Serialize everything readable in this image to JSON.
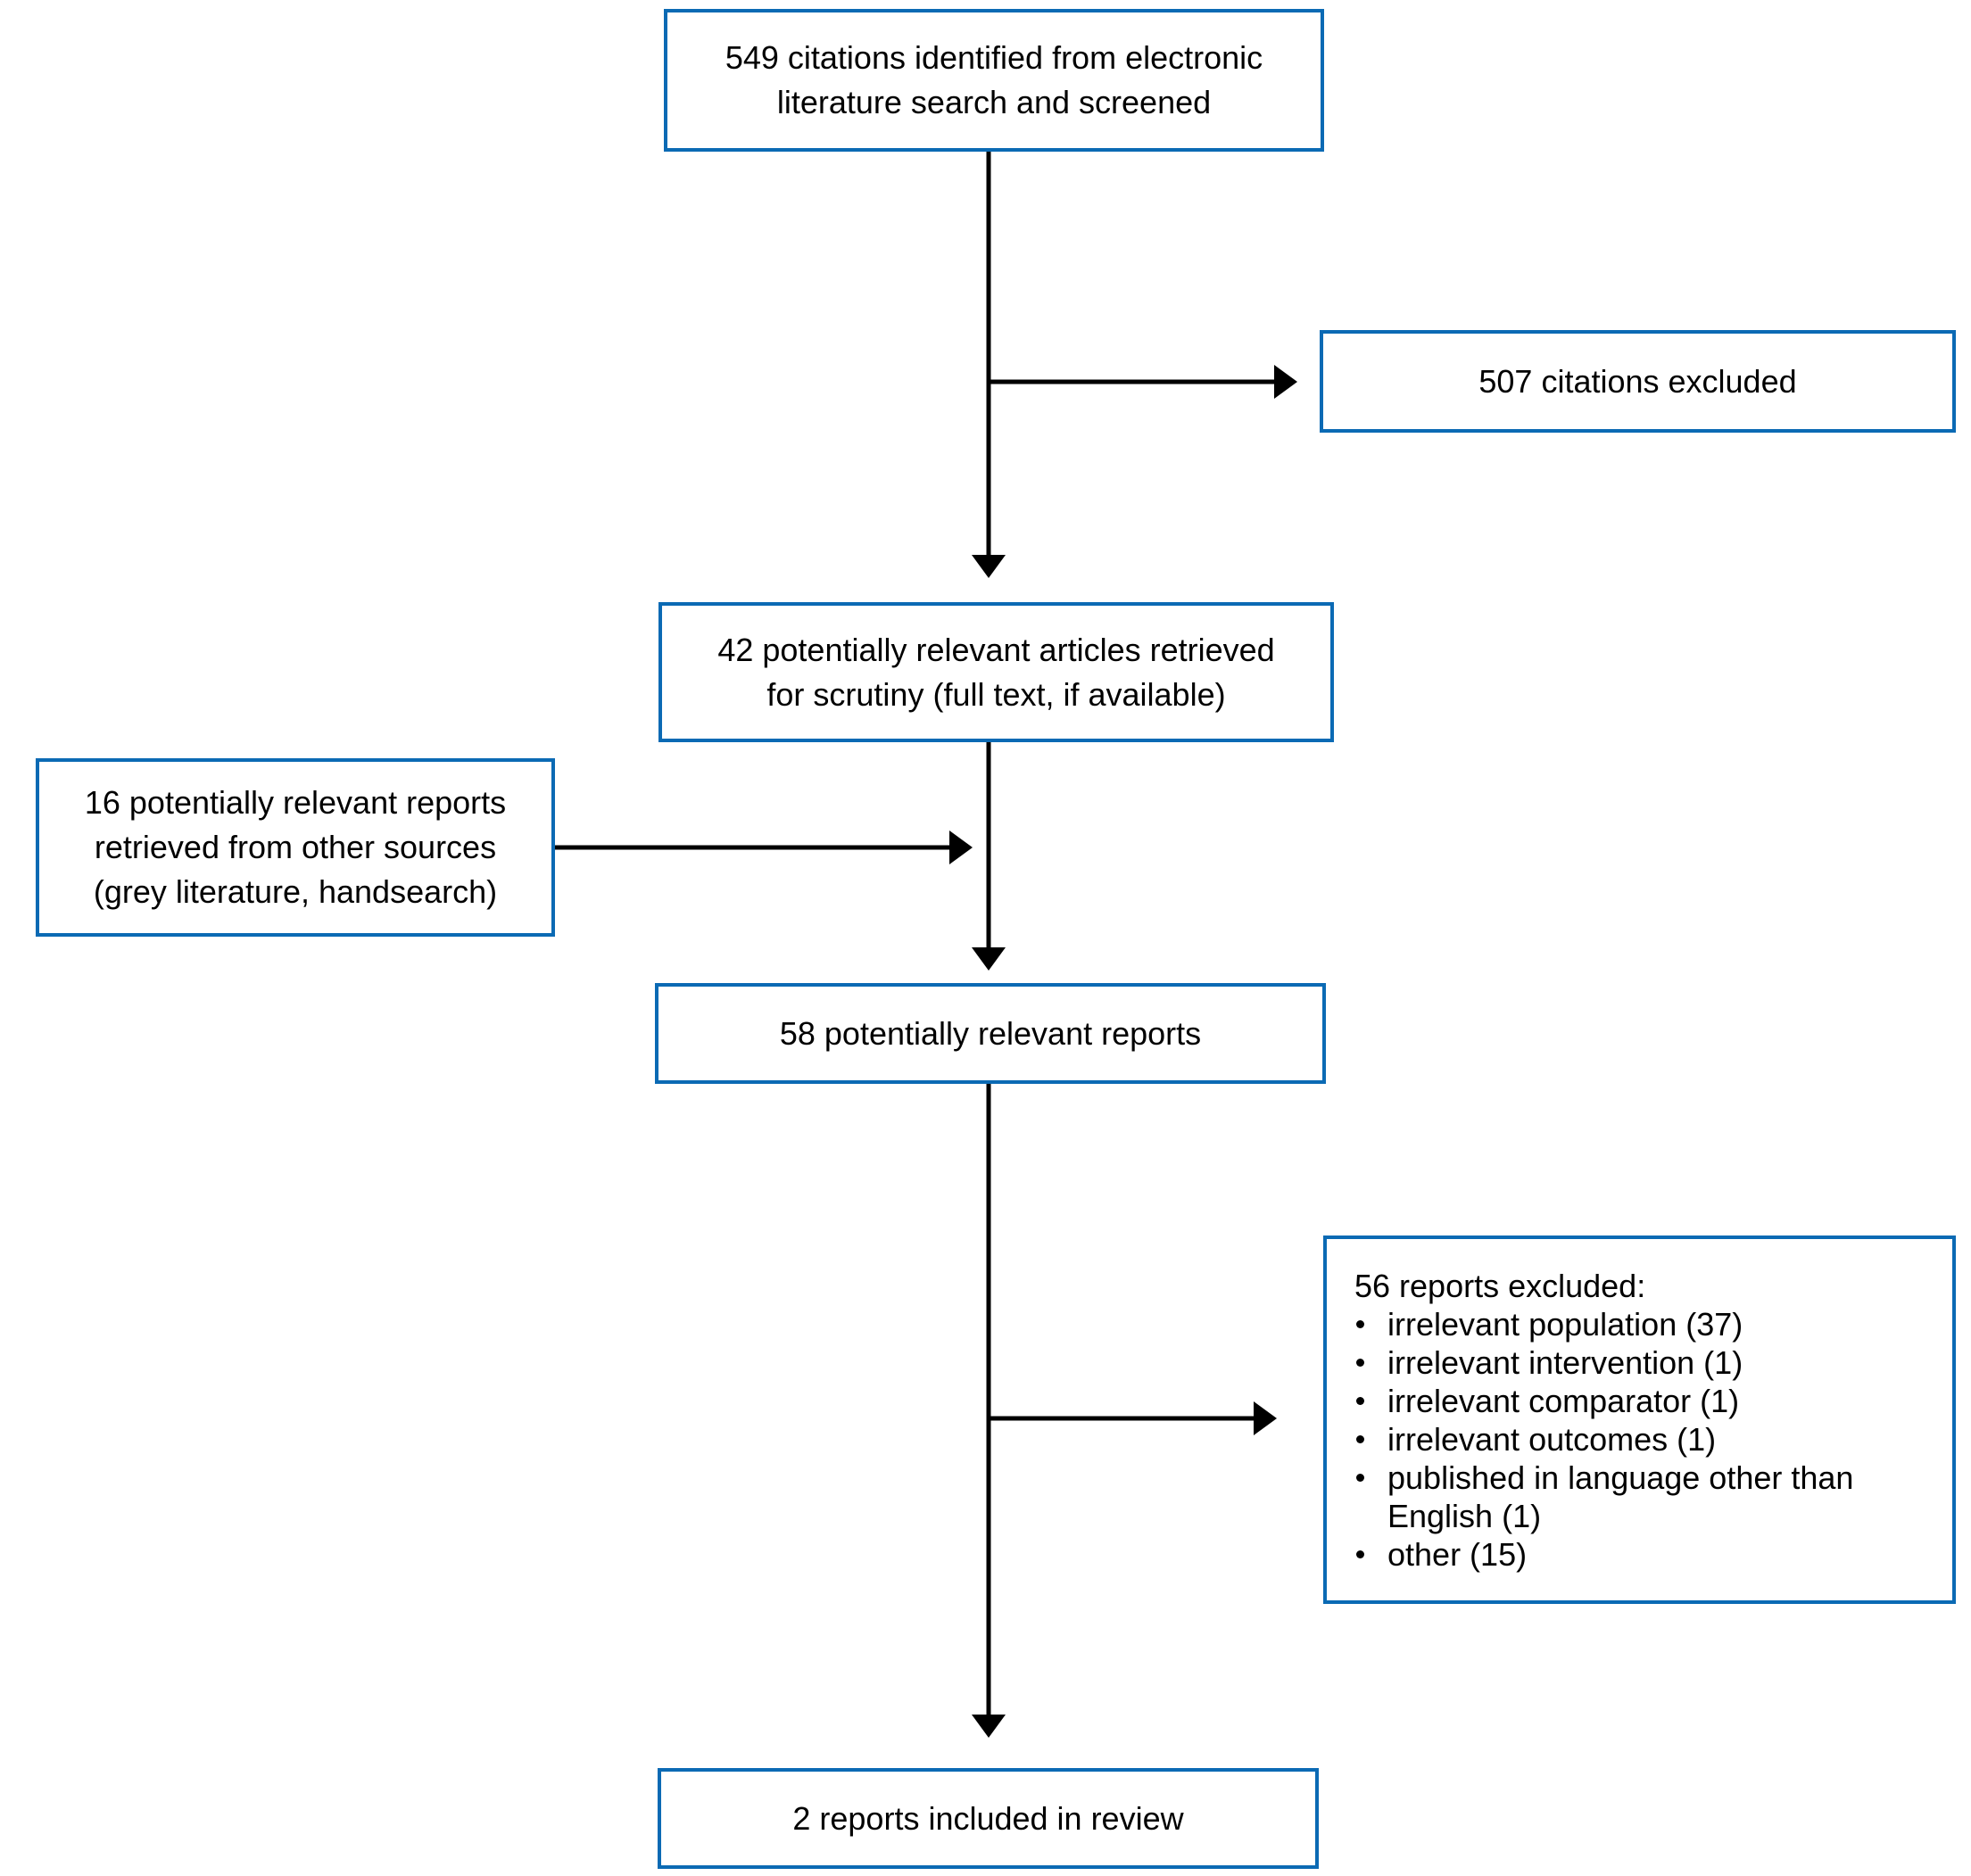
{
  "diagram": {
    "kind": "systematic-review-flowchart",
    "colors": {
      "box_border": "#0b6ab4",
      "arrow": "#000000",
      "text": "#000000",
      "background": "#ffffff"
    },
    "nodes": {
      "identified": {
        "text": "549 citations identified from electronic literature search and screened"
      },
      "citations_excluded": {
        "text": "507 citations excluded"
      },
      "articles_retrieved": {
        "text": "42 potentially relevant articles retrieved for scrutiny (full text, if available)"
      },
      "other_sources": {
        "text": "16 potentially relevant reports retrieved from other sources (grey literature, handsearch)"
      },
      "potentially_relevant": {
        "text": "58 potentially relevant reports"
      },
      "reports_excluded": {
        "heading": "56 reports excluded:",
        "bullets": [
          "irrelevant population (37)",
          "irrelevant intervention (1)",
          "irrelevant comparator (1)",
          "irrelevant outcomes (1)",
          "published in language other than English (1)",
          "other (15)"
        ]
      },
      "included": {
        "text": "2 reports included in review"
      }
    }
  }
}
